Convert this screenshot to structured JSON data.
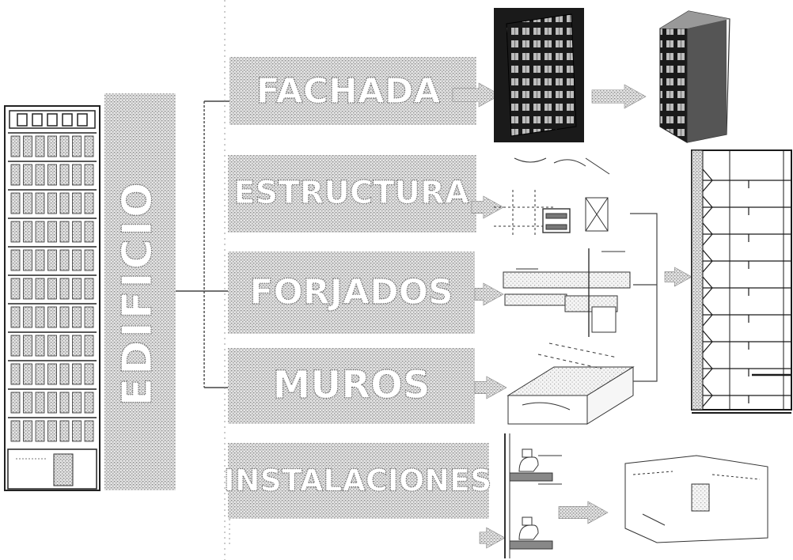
{
  "diagram": {
    "main_label": "EDIFICIO",
    "branches": [
      {
        "id": "fachada",
        "label": "FACHADA"
      },
      {
        "id": "estructura",
        "label": "ESTRUCTURA"
      },
      {
        "id": "forjados",
        "label": "FORJADOS"
      },
      {
        "id": "muros",
        "label": "MUROS"
      },
      {
        "id": "instalaciones",
        "label": "INSTALACIONES"
      }
    ]
  },
  "colors": {
    "stipple": "#c4c4c4",
    "ink": "#3a3a3a",
    "dark": "#1a1a1a",
    "background": "#ffffff"
  }
}
